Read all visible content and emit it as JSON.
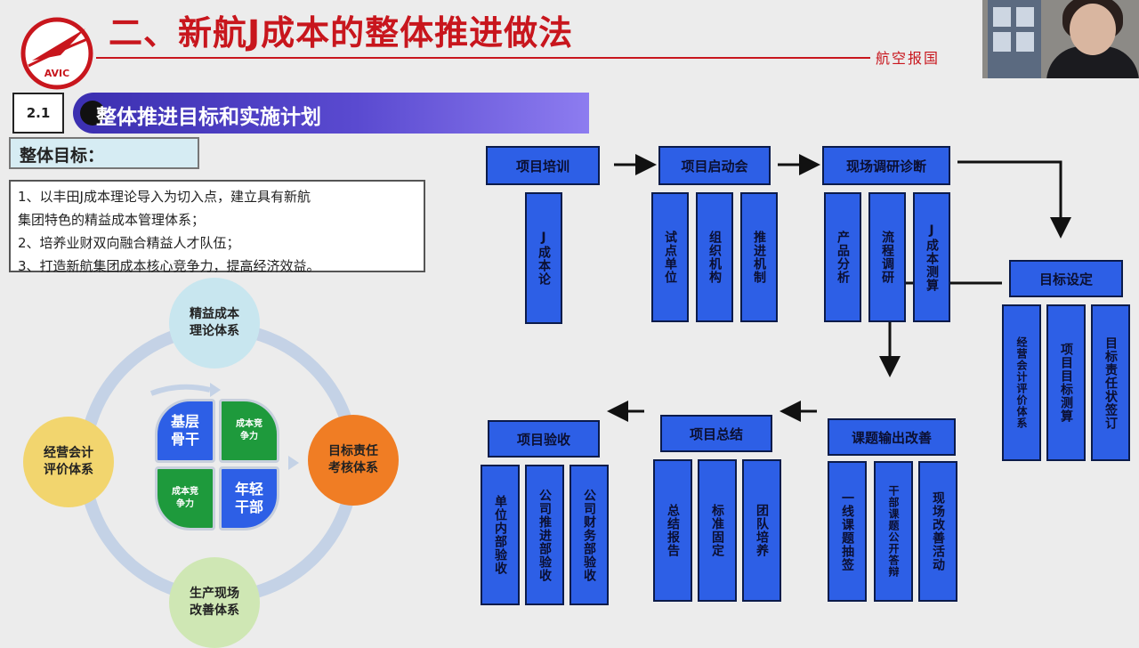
{
  "header": {
    "logo_text": "AVIC",
    "title": "二、新航J成本的整体推进做法",
    "slogan": "航空报国"
  },
  "section": {
    "number": "2.1",
    "title": "整体推进目标和实施计划"
  },
  "goals": {
    "heading": "整体目标：",
    "items": [
      "1、以丰田J成本理论导入为切入点，建立具有新航",
      "集团特色的精益成本管理体系；",
      "2、培养业财双向融合精益人才队伍；",
      "3、打造新航集团成本核心竞争力，提高经济效益。"
    ]
  },
  "circle": {
    "top": "精益成本理论体系",
    "right": "目标责任考核体系",
    "bottom": "生产现场改善体系",
    "left": "经营会计评价体系",
    "q_tl": "基层骨干",
    "q_tr": "成本竞争力",
    "q_bl": "成本竞争力",
    "q_br": "年轻干部",
    "colors": {
      "top": "#c8e6ef",
      "right": "#f07d24",
      "bottom": "#cfe7b4",
      "left": "#f2d56e"
    }
  },
  "flow": {
    "training": {
      "title": "项目培训",
      "subs": [
        "J成本论"
      ]
    },
    "kickoff": {
      "title": "项目启动会",
      "subs": [
        "试点单位",
        "组织机构",
        "推进机制"
      ]
    },
    "survey": {
      "title": "现场调研诊断",
      "subs": [
        "产品分析",
        "流程调研",
        "J成本测算"
      ]
    },
    "target": {
      "title": "目标设定",
      "subs": [
        "经营会计评价体系",
        "项目目标测算",
        "目标责任状签订"
      ]
    },
    "output": {
      "title": "课题输出改善",
      "subs": [
        "一线课题抽签",
        "干部课题公开答辩",
        "现场改善活动"
      ]
    },
    "summary": {
      "title": "项目总结",
      "subs": [
        "总结报告",
        "标准固定",
        "团队培养"
      ]
    },
    "accept": {
      "title": "项目验收",
      "subs": [
        "单位内部验收",
        "公司推进部验收",
        "公司财务部验收"
      ]
    }
  }
}
